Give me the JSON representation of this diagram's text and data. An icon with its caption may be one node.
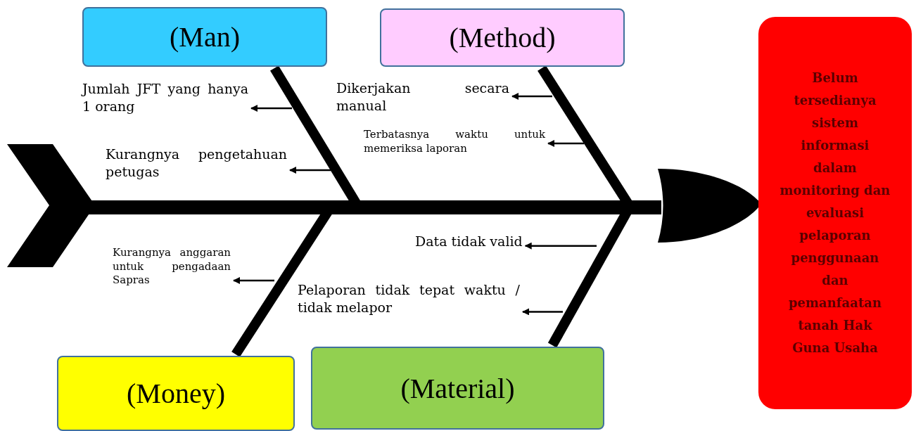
{
  "diagram": {
    "nodes": [
      {
        "text": [
          "(Man)"
        ]
      },
      {
        "text": [
          "(Method)"
        ]
      },
      {
        "text": [
          "(Money)"
        ]
      },
      {
        "text": [
          "(Material)"
        ]
      },
      {
        "text": [
          "Belum tersedianya sistem informasi dalam monitoring dan evaluasi pelaporan penggunaan dan pemanfaatan tanah Hak Guna Usaha"
        ]
      },
      {
        "text": [
          "Jumlah JFT yang hanya 1 orang"
        ]
      },
      {
        "text": [
          "Kurangnya pengetahuan petugas"
        ]
      },
      {
        "text": [
          "Dikerjakan secara manual"
        ]
      },
      {
        "text": [
          "Terbatasnya waktu untuk memeriksa laporan"
        ]
      },
      {
        "text": [
          "Kurangnya anggaran untuk pengadaan Sapras"
        ]
      },
      {
        "text": [
          "Data tidak valid"
        ]
      },
      {
        "text": [
          "Pelaporan tidak tepat waktu / tidak melapor"
        ]
      }
    ],
    "edges": [
      {
        "from": 0,
        "to": null,
        "arrow": "none",
        "style": "thick"
      },
      {
        "from": 1,
        "to": null,
        "arrow": "none",
        "style": "thick"
      },
      {
        "from": 2,
        "to": null,
        "arrow": "none",
        "style": "thick"
      },
      {
        "from": 3,
        "to": null,
        "arrow": "none",
        "style": "thick"
      },
      {
        "from": null,
        "to": 5,
        "arrow": "to"
      },
      {
        "from": null,
        "to": 6,
        "arrow": "to"
      },
      {
        "from": null,
        "to": 7,
        "arrow": "to"
      },
      {
        "from": null,
        "to": 8,
        "arrow": "to"
      },
      {
        "from": null,
        "to": 9,
        "arrow": "to"
      },
      {
        "from": null,
        "to": 10,
        "arrow": "to"
      },
      {
        "from": null,
        "to": 11,
        "arrow": "to"
      }
    ]
  }
}
